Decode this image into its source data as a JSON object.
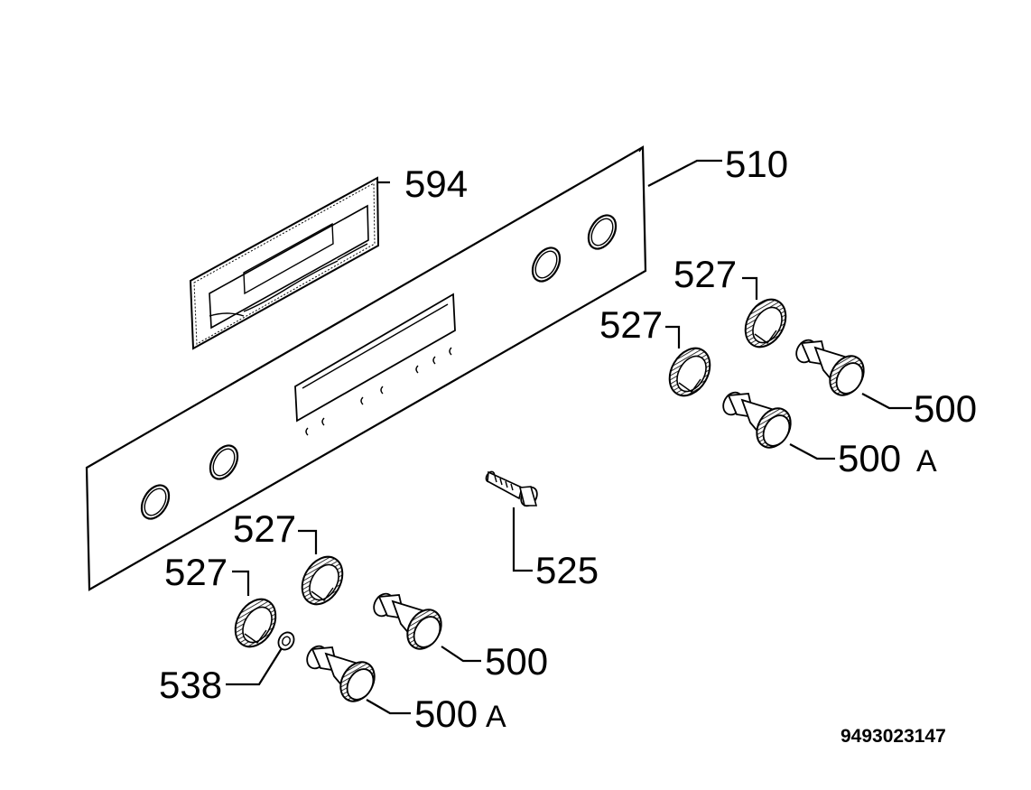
{
  "diagram": {
    "labels": {
      "p510": "510",
      "p594": "594",
      "p527_a": "527",
      "p527_b": "527",
      "p527_c": "527",
      "p527_d": "527",
      "p500_a": "500",
      "p500_b": "500",
      "p500A_a_num": "500",
      "p500A_a_suffix": "A",
      "p500A_b_num": "500",
      "p500A_b_suffix": "A",
      "p525": "525",
      "p538": "538"
    },
    "document_number": "9493023147"
  }
}
